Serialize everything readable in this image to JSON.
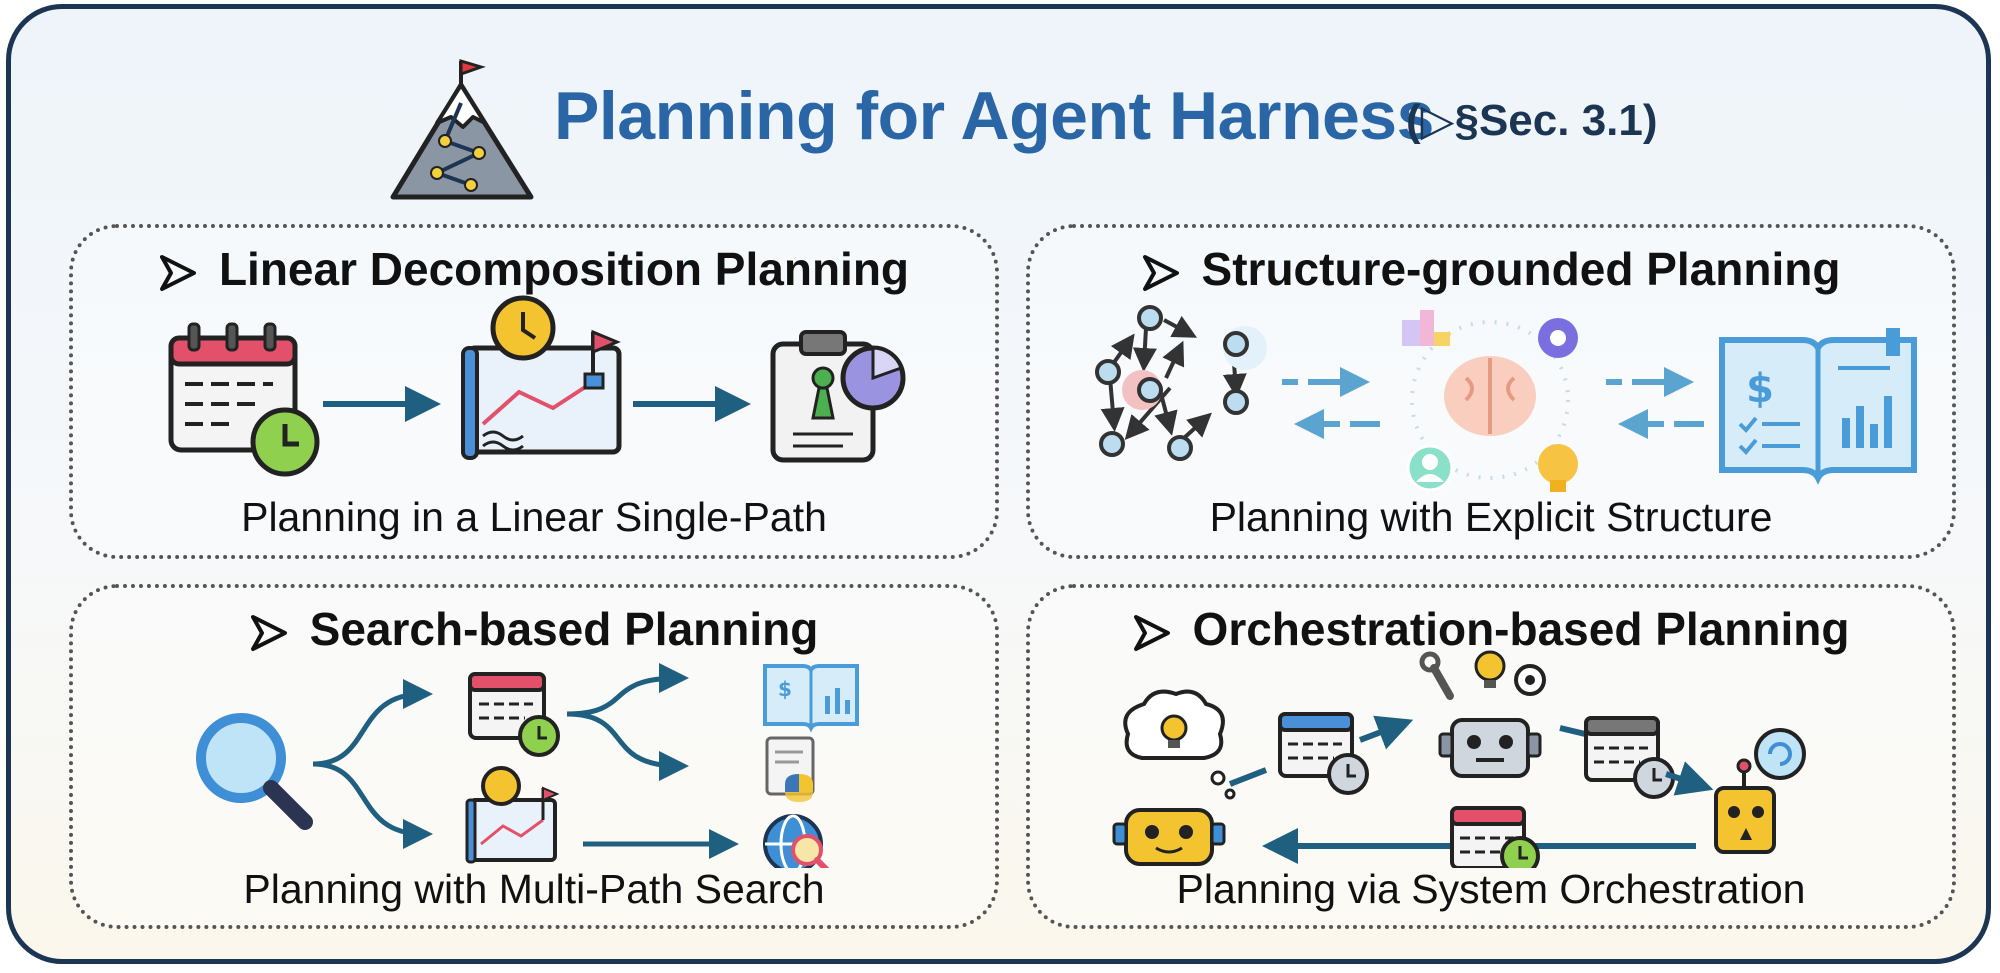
{
  "header": {
    "title": "Planning for Agent Harness",
    "section_ref": "(▷§Sec. 3.1)"
  },
  "panels": [
    {
      "title": "Linear Decomposition Planning",
      "caption": "Planning in a Linear Single-Path"
    },
    {
      "title": "Structure-grounded Planning",
      "caption": "Planning with Explicit Structure"
    },
    {
      "title": "Search-based Planning",
      "caption": "Planning with Multi-Path Search"
    },
    {
      "title": "Orchestration-based Planning",
      "caption": "Planning via System Orchestration"
    }
  ],
  "colors": {
    "title_blue": "#2a66a6",
    "frame_navy": "#1b3553",
    "arrow_teal": "#1f5f7f",
    "light_arrow": "#5aa4cf"
  }
}
